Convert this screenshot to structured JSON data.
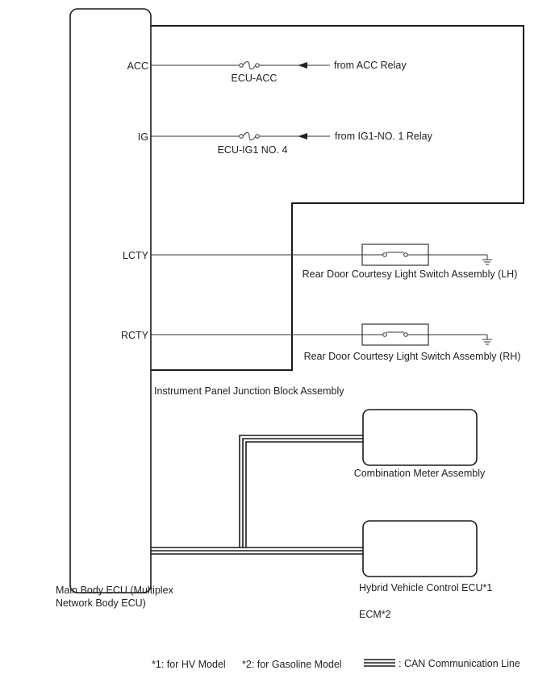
{
  "ecu": {
    "label_line1": "Main Body ECU (Multiplex",
    "label_line2": "Network Body ECU)"
  },
  "junction_block": {
    "label": "Instrument Panel Junction Block Assembly"
  },
  "terminals": {
    "acc": "ACC",
    "ig": "IG",
    "lcty": "LCTY",
    "rcty": "RCTY"
  },
  "fuses": {
    "acc": {
      "label": "ECU-ACC",
      "source": "from ACC Relay"
    },
    "ig": {
      "label": "ECU-IG1 NO. 4",
      "source": "from IG1-NO. 1 Relay"
    }
  },
  "switches": {
    "lh": {
      "label": "Rear Door Courtesy Light Switch Assembly (LH)"
    },
    "rh": {
      "label": "Rear Door Courtesy Light Switch Assembly (RH)"
    }
  },
  "components": {
    "combination_meter": "Combination Meter Assembly",
    "hybrid_ecu": "Hybrid Vehicle Control ECU*1",
    "ecm": "ECM*2"
  },
  "legend": {
    "note1": "*1: for HV Model",
    "note2": "*2: for Gasoline Model",
    "can_line": ": CAN Communication Line"
  }
}
